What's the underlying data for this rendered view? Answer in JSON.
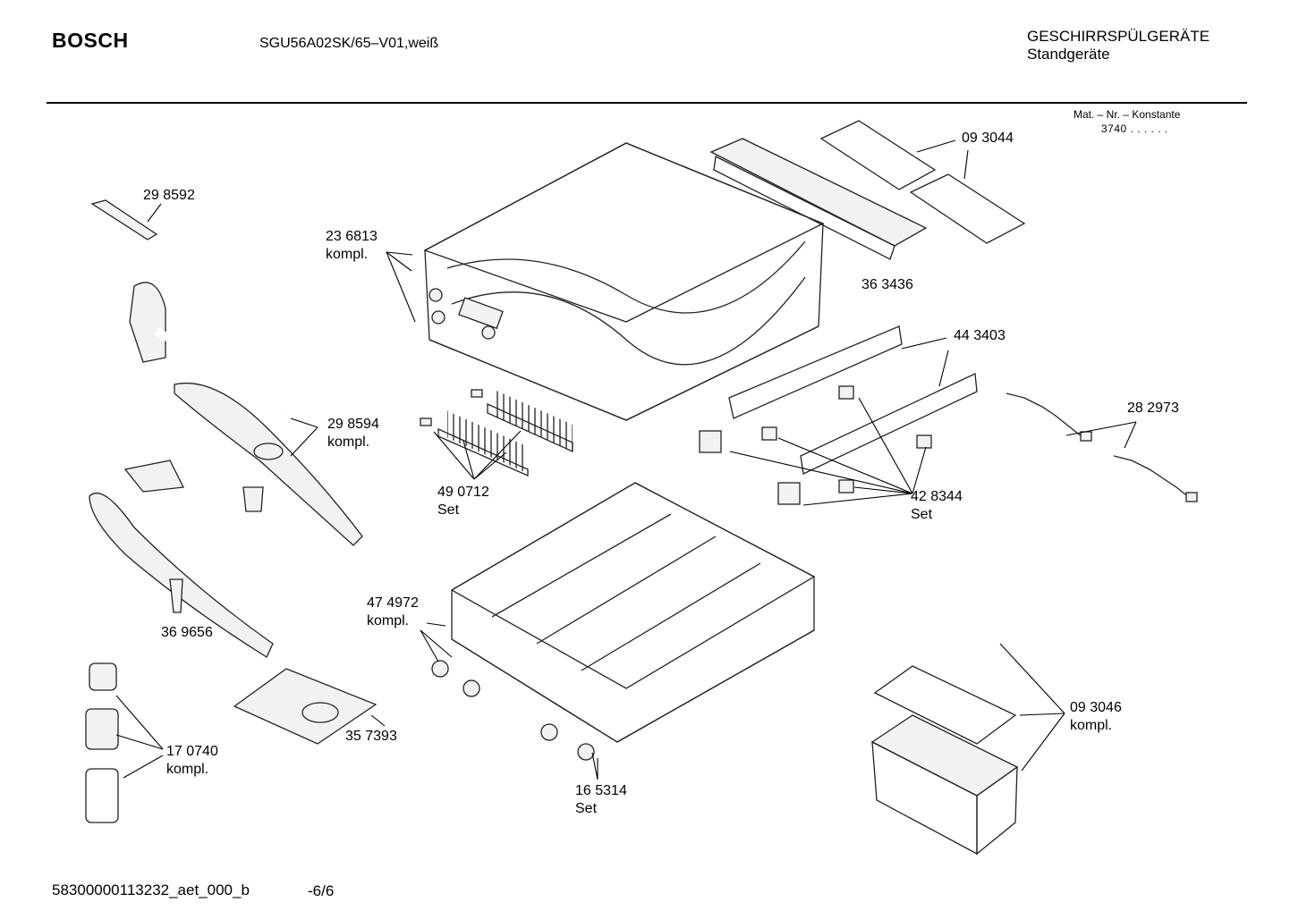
{
  "header": {
    "brand": "BOSCH",
    "model": "SGU56A02SK/65–V01,weiß",
    "category": "GESCHIRRSPÜLGERÄTE",
    "subcategory": "Standgeräte"
  },
  "mat_info": {
    "label": "Mat. – Nr. – Konstante",
    "value": "3740 . . . . . ."
  },
  "parts": [
    {
      "id": "09-3044",
      "number": "09 3044",
      "note": ""
    },
    {
      "id": "29-8592",
      "number": "29 8592",
      "note": ""
    },
    {
      "id": "23-6813",
      "number": "23 6813",
      "note": "kompl."
    },
    {
      "id": "36-3436",
      "number": "36 3436",
      "note": ""
    },
    {
      "id": "44-3403",
      "number": "44 3403",
      "note": ""
    },
    {
      "id": "28-2973",
      "number": "28 2973",
      "note": ""
    },
    {
      "id": "29-8594",
      "number": "29 8594",
      "note": "kompl."
    },
    {
      "id": "49-0712",
      "number": "49 0712",
      "note": "Set"
    },
    {
      "id": "42-8344",
      "number": "42 8344",
      "note": "Set"
    },
    {
      "id": "47-4972",
      "number": "47 4972",
      "note": "kompl."
    },
    {
      "id": "36-9656",
      "number": "36 9656",
      "note": ""
    },
    {
      "id": "09-3046",
      "number": "09 3046",
      "note": "kompl."
    },
    {
      "id": "35-7393",
      "number": "35 7393",
      "note": ""
    },
    {
      "id": "17-0740",
      "number": "17 0740",
      "note": "kompl."
    },
    {
      "id": "16-5314",
      "number": "16 5314",
      "note": "Set"
    }
  ],
  "footer": {
    "doc_id": "58300000113232_aet_000_b",
    "page": "-6/6"
  }
}
